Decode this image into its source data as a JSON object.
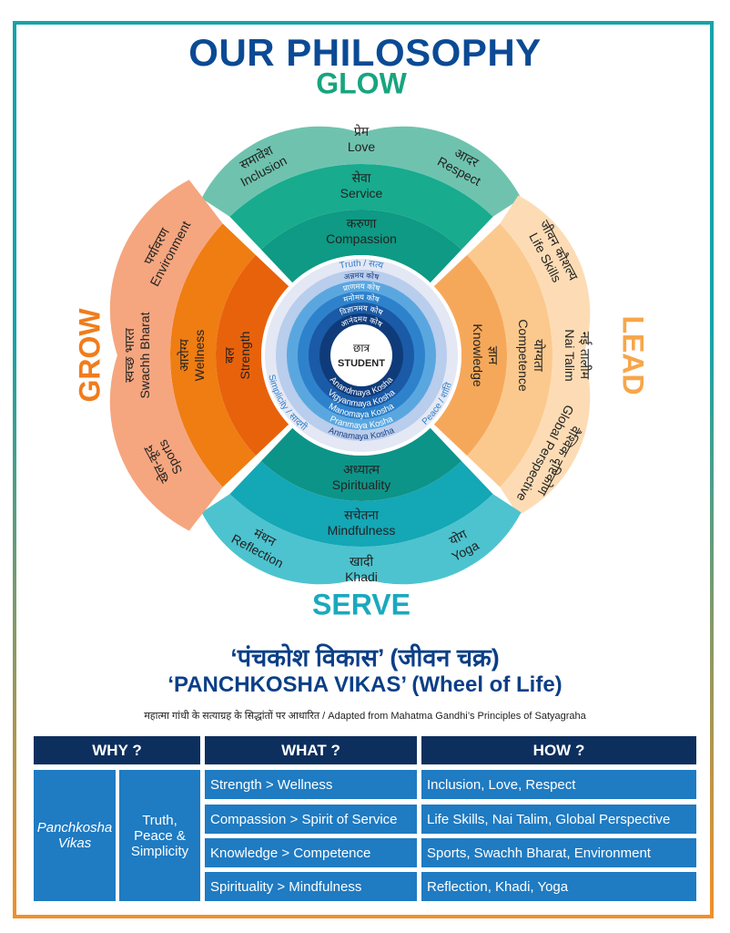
{
  "title": "OUR PHILOSOPHY",
  "petals": [
    {
      "heading": "GLOW",
      "heading_color": "#17a57f",
      "axis": -90,
      "colors": [
        "#0e9a84",
        "#18ab8e",
        "#6fc3ae"
      ],
      "bands": [
        {
          "hi": "करुणा",
          "en": "Compassion"
        },
        {
          "hi": "सेवा",
          "en": "Service"
        }
      ],
      "outer": [
        {
          "hi": "समावेश",
          "en": "Inclusion"
        },
        {
          "hi": "प्रेम",
          "en": "Love"
        },
        {
          "hi": "आदर",
          "en": "Respect"
        }
      ]
    },
    {
      "heading": "LEAD",
      "heading_color": "#f7a64a",
      "axis": 0,
      "colors": [
        "#f6a85a",
        "#fbc98d",
        "#fddcb5"
      ],
      "bands": [
        {
          "hi": "ज्ञान",
          "en": "Knowledge"
        },
        {
          "hi": "योग्यता",
          "en": "Competence"
        }
      ],
      "outer": [
        {
          "hi": "जीवन कौशल्य",
          "en": "Life Skills"
        },
        {
          "hi": "नई तालीम",
          "en": "Nai Talim"
        },
        {
          "hi": "वैश्विक दृष्टिकोण",
          "en": "Global Perspective"
        }
      ]
    },
    {
      "heading": "SERVE",
      "heading_color": "#1aa9be",
      "axis": 90,
      "colors": [
        "#0d9488",
        "#14a7b6",
        "#4dc3cf"
      ],
      "bands": [
        {
          "hi": "अध्यात्म",
          "en": "Spirituality"
        },
        {
          "hi": "सचेतना",
          "en": "Mindfulness"
        }
      ],
      "outer": [
        {
          "hi": "योग",
          "en": "Yoga"
        },
        {
          "hi": "खादी",
          "en": "Khadi"
        },
        {
          "hi": "मंथन",
          "en": "Reflection"
        }
      ]
    },
    {
      "heading": "GROW",
      "heading_color": "#f07c1c",
      "axis": 180,
      "colors": [
        "#e8620c",
        "#ef7d12",
        "#f5a67f"
      ],
      "bands": [
        {
          "hi": "बल",
          "en": "Strength"
        },
        {
          "hi": "आरोग्य",
          "en": "Wellness"
        }
      ],
      "outer": [
        {
          "hi": "खेल-कूद",
          "en": "Sports"
        },
        {
          "hi": "स्वच्छ भारत",
          "en": "Swachh Bharat"
        },
        {
          "hi": "पर्यावरण",
          "en": "Environment"
        }
      ]
    }
  ],
  "hub": {
    "center_hi": "छात्र",
    "center_en": "STUDENT",
    "koshas": [
      {
        "hi": "अन्नमय कोष",
        "en": "Annamaya Kosha",
        "color": "#b9cdec",
        "text": "#1d3f80"
      },
      {
        "hi": "प्राणमय कोष",
        "en": "Pranmaya Kosha",
        "color": "#5aa7e0",
        "text": "#ffffff"
      },
      {
        "hi": "मनोमय कोष",
        "en": "Manomaya Kosha",
        "color": "#2e82cb",
        "text": "#ffffff"
      },
      {
        "hi": "विज्ञानमय कोष",
        "en": "Vigyanmaya Kosha",
        "color": "#1a5aa6",
        "text": "#ffffff"
      },
      {
        "hi": "आनंदमय कोष",
        "en": "Anandmaya Kosha",
        "color": "#0f3b7a",
        "text": "#ffffff"
      }
    ],
    "truth": "Truth / सत्य",
    "peace": "Peace / शांति",
    "simplicity": "Simplicity / सादगी"
  },
  "caption": {
    "hindi_title": "‘पंचकोश विकास’ (जीवन चक्र)",
    "english_title": "‘PANCHKOSHA VIKAS’ (Wheel of Life)",
    "subtitle": "महात्मा गांधी के सत्याग्रह के सिद्धांतों पर आधारित / Adapted from Mahatma Gandhi’s Principles of Satyagraha"
  },
  "table": {
    "headers": {
      "why": "WHY ?",
      "what": "WHAT ?",
      "how": "HOW ?"
    },
    "why_1": "Panchkosha Vikas",
    "why_2": "Truth, Peace & Simplicity",
    "what": [
      "Strength > Wellness",
      "Compassion > Spirit of Service",
      "Knowledge > Competence",
      "Spirituality > Mindfulness"
    ],
    "how": [
      "Inclusion, Love, Respect",
      "Life Skills, Nai Talim, Global Perspective",
      "Sports, Swachh Bharat, Environment",
      "Reflection, Khadi, Yoga"
    ]
  }
}
